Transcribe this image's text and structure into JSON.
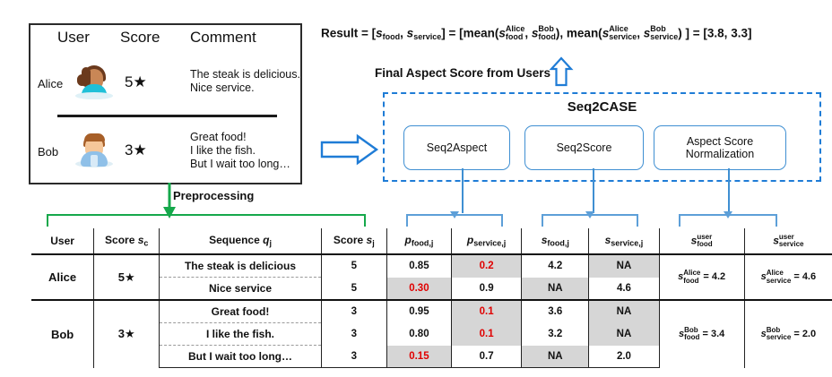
{
  "review_card": {
    "headers": {
      "user": "User",
      "score": "Score",
      "comment": "Comment"
    },
    "rows": [
      {
        "name": "Alice",
        "score": "5★",
        "comment": "The steak is delicious.\nNice service.",
        "avatar": "female-avatar-icon"
      },
      {
        "name": "Bob",
        "score": "3★",
        "comment": "Great food!\nI like the fish.\nBut I wait too long…",
        "avatar": "male-avatar-icon"
      }
    ]
  },
  "result_formula": {
    "lead": "Result = [",
    "s1": "s",
    "s1_sub": "food",
    "sep1": ", ",
    "s2": "s",
    "s2_sub": "service",
    "mid": "] = [mean(",
    "m1": "s",
    "m1_sup": "Alice",
    "m1_sub": "food",
    "m1sep": ", ",
    "m2": "s",
    "m2_sup": "Bob",
    "m2_sub": "food",
    "mid2": "), mean(",
    "m3": "s",
    "m3_sup": "Alice",
    "m3_sub": "service",
    "m3sep": ", ",
    "m4": "s",
    "m4_sup": "Bob",
    "m4_sub": "service",
    "tail": ") ] = [3.8, 3.3]",
    "plain": "Result = [s_food, s_service] = [mean(s^Alice_food, s^Bob_food), mean(s^Alice_service, s^Bob_service) ] = [3.8, 3.3]"
  },
  "final_aspect_label": "Final Aspect Score from Users",
  "seq2case": {
    "title": "Seq2CASE",
    "modules": [
      {
        "label": "Seq2Aspect"
      },
      {
        "label": "Seq2Score"
      },
      {
        "label": "Aspect Score\nNormalization"
      }
    ]
  },
  "preprocessing_label": "Preprocessing",
  "table": {
    "headers": [
      {
        "text": "User",
        "italic_part": ""
      },
      {
        "text": "Score ",
        "italic_part": "s",
        "sub": "c"
      },
      {
        "text": "Sequence ",
        "italic_part": "q",
        "sub": "j"
      },
      {
        "text": "Score ",
        "italic_part": "s",
        "sub": "j"
      },
      {
        "text": "",
        "italic_part": "p",
        "sub": "food,j"
      },
      {
        "text": "",
        "italic_part": "p",
        "sub": "service,j"
      },
      {
        "text": "",
        "italic_part": "s",
        "sub": "food,j"
      },
      {
        "text": "",
        "italic_part": "s",
        "sub": "service,j"
      },
      {
        "text": "",
        "italic_part": "s",
        "sub": "food",
        "sup": "user"
      },
      {
        "text": "",
        "italic_part": "s",
        "sub": "service",
        "sup": "user"
      }
    ],
    "rows": [
      {
        "user": "Alice",
        "score_c": "5★",
        "user_food": "s^Alice_food = 4.2",
        "user_food_base": "s",
        "user_food_sup": "Alice",
        "user_food_sub": "food",
        "user_food_val": " = 4.2",
        "user_service": "s^Alice_service = 4.6",
        "user_service_base": "s",
        "user_service_sup": "Alice",
        "user_service_sub": "service",
        "user_service_val": " = 4.6",
        "lines": [
          {
            "sequence": "The steak is delicious",
            "score_j": "5",
            "p_food": "0.85",
            "p_food_red": false,
            "p_food_shaded": false,
            "p_service": "0.2",
            "p_service_red": true,
            "p_service_shaded": true,
            "s_food": "4.2",
            "s_food_shaded": false,
            "s_service": "NA",
            "s_service_shaded": true
          },
          {
            "sequence": "Nice service",
            "score_j": "5",
            "p_food": "0.30",
            "p_food_red": true,
            "p_food_shaded": true,
            "p_service": "0.9",
            "p_service_red": false,
            "p_service_shaded": false,
            "s_food": "NA",
            "s_food_shaded": true,
            "s_service": "4.6",
            "s_service_shaded": false
          }
        ]
      },
      {
        "user": "Bob",
        "score_c": "3★",
        "user_food": "s^Bob_food = 3.4",
        "user_food_base": "s",
        "user_food_sup": "Bob",
        "user_food_sub": "food",
        "user_food_val": " = 3.4",
        "user_service": "s^Bob_service = 2.0",
        "user_service_base": "s",
        "user_service_sup": "Bob",
        "user_service_sub": "service",
        "user_service_val": " = 2.0",
        "lines": [
          {
            "sequence": "Great food!",
            "score_j": "3",
            "p_food": "0.95",
            "p_food_red": false,
            "p_food_shaded": false,
            "p_service": "0.1",
            "p_service_red": true,
            "p_service_shaded": true,
            "s_food": "3.6",
            "s_food_shaded": false,
            "s_service": "NA",
            "s_service_shaded": true
          },
          {
            "sequence": "I like the fish.",
            "score_j": "3",
            "p_food": "0.80",
            "p_food_red": false,
            "p_food_shaded": false,
            "p_service": "0.1",
            "p_service_red": true,
            "p_service_shaded": true,
            "s_food": "3.2",
            "s_food_shaded": false,
            "s_service": "NA",
            "s_service_shaded": true
          },
          {
            "sequence": "But I wait too long…",
            "score_j": "3",
            "p_food": "0.15",
            "p_food_red": true,
            "p_food_shaded": true,
            "p_service": "0.7",
            "p_service_red": false,
            "p_service_shaded": false,
            "s_food": "NA",
            "s_food_shaded": true,
            "s_service": "2.0",
            "s_service_shaded": false
          }
        ]
      }
    ]
  },
  "colors": {
    "blue_accent": "#1f7cd6",
    "blue_light": "#5d9fd8",
    "green_accent": "#15a84b",
    "red_highlight": "#e00000",
    "shade_gray": "#d6d6d6"
  }
}
